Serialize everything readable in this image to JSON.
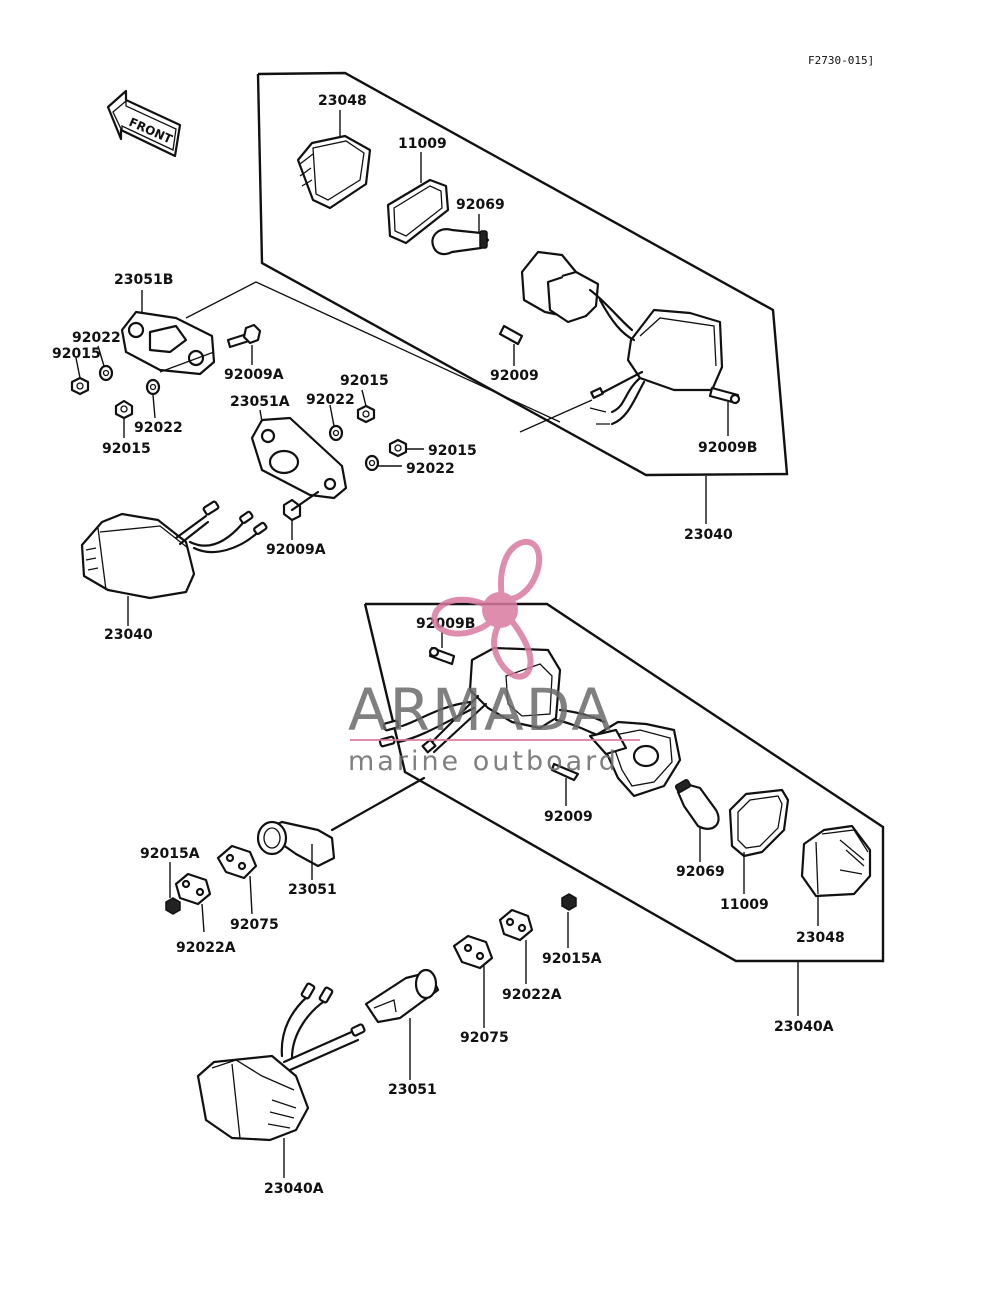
{
  "reference_code": "F2730-015]",
  "direction_arrow": {
    "text": "FRONT"
  },
  "watermark": {
    "brand": "ARMADA",
    "subtitle": "marine outboard",
    "color": "#d97a9e"
  },
  "labels": {
    "l_23048_top": "23048",
    "l_11009_top": "11009",
    "l_92069_top": "92069",
    "l_23051B": "23051B",
    "l_92022_a": "92022",
    "l_92015_a": "92015",
    "l_92009A_top": "92009A",
    "l_92009_top": "92009",
    "l_92015_b": "92015",
    "l_92022_b": "92022",
    "l_92022_c": "92022",
    "l_92015_c": "92015",
    "l_23051A": "23051A",
    "l_92015_d": "92015",
    "l_92022_d": "92022",
    "l_92009B_top": "92009B",
    "l_92009A_mid": "92009A",
    "l_23040_box": "23040",
    "l_23040_left": "23040",
    "l_92009B_bot": "92009B",
    "l_92009_bot": "92009",
    "l_92069_bot": "92069",
    "l_11009_bot": "11009",
    "l_23048_bot": "23048",
    "l_92015A_left": "92015A",
    "l_23051_mid": "23051",
    "l_92075_left": "92075",
    "l_92022A_left": "92022A",
    "l_92015A_right": "92015A",
    "l_92022A_right": "92022A",
    "l_92075_right": "92075",
    "l_23051_bot": "23051",
    "l_23040A_box": "23040A",
    "l_23040A_bot": "23040A"
  }
}
